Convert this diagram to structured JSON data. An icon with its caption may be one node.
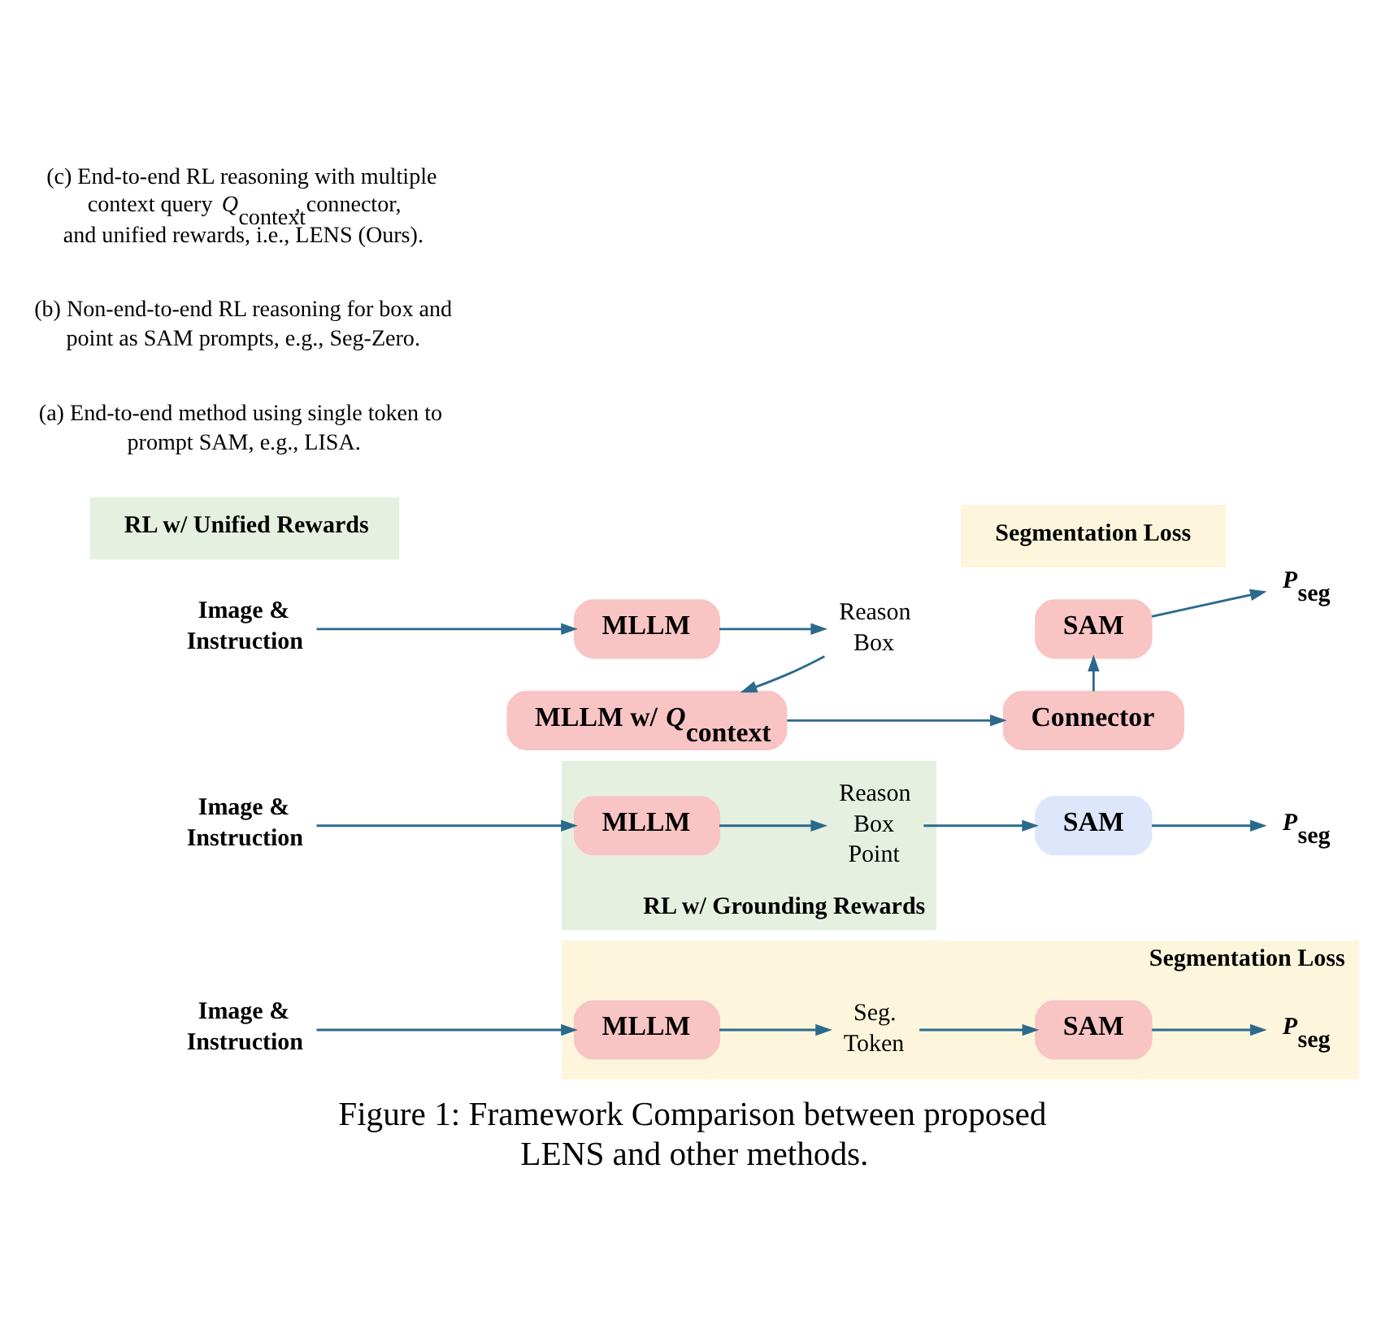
{
  "diagram": {
    "caption": "Figure 1: Framework Comparison between proposed LENS and other methods.",
    "nodes": [
      {
        "text": [
          "Segmentation Loss"
        ]
      },
      {
        "text": [
          "Image & Instruction"
        ]
      },
      {
        "text": [
          "MLLM"
        ],
        "in": 0
      },
      {
        "text": [
          "Seg. Token"
        ],
        "in": 0
      },
      {
        "text": [
          "SAM"
        ],
        "in": 0
      },
      {
        "text": [
          "*P*$_{seg}$"
        ],
        "in": 0
      },
      {
        "text": [
          "RL w/ Grounding Rewards"
        ]
      },
      {
        "text": [
          "Image & Instruction"
        ]
      },
      {
        "text": [
          "MLLM"
        ],
        "in": 6
      },
      {
        "text": [
          "Reason Box Point"
        ],
        "in": 6
      },
      {
        "text": [
          "SAM"
        ]
      },
      {
        "text": [
          "*P*$_{seg}$"
        ]
      },
      {
        "text": [
          "Segmentation Loss"
        ]
      },
      {
        "text": [
          "RL w/ Unified Rewards"
        ]
      },
      {
        "text": [
          "MLLM w/ *Q*$_{context}$"
        ]
      },
      {
        "text": [
          "Connector"
        ]
      },
      {
        "text": [
          "Image & Instruction"
        ]
      },
      {
        "text": [
          "MLLM"
        ]
      },
      {
        "text": [
          "Reason Box"
        ]
      },
      {
        "text": [
          "SAM"
        ]
      },
      {
        "text": [
          "*P*$_{seg}$"
        ]
      }
    ],
    "edges": [
      {
        "from": 1,
        "to": 2,
        "arrow": "to"
      },
      {
        "from": 2,
        "to": 3,
        "arrow": "to"
      },
      {
        "from": 3,
        "to": 4,
        "arrow": "to"
      },
      {
        "from": 4,
        "to": 5,
        "arrow": "to"
      },
      {
        "from": 7,
        "to": 8,
        "arrow": "to"
      },
      {
        "from": 8,
        "to": 9,
        "arrow": "to"
      },
      {
        "from": 9,
        "to": 10,
        "arrow": "to"
      },
      {
        "from": 10,
        "to": 11,
        "arrow": "to"
      },
      {
        "from": 14,
        "to": 15,
        "arrow": "to"
      },
      {
        "from": 15,
        "to": 19,
        "arrow": "to"
      },
      {
        "from": 18,
        "to": 14,
        "arrow": "to"
      },
      {
        "from": 16,
        "to": 17,
        "arrow": "to"
      },
      {
        "from": 17,
        "to": 18,
        "arrow": "to"
      },
      {
        "from": 19,
        "to": 20,
        "arrow": "to"
      }
    ],
    "labels": [
      "(a) End-to-end method using single token to prompt SAM, e.g., LISA.",
      "(b) Non-end-to-end RL reasoning for box and point as SAM prompts, e.g., Seg-Zero.",
      "(c) End-to-end RL reasoning with multiple context query *Q*$_{context}$, connector, and unified rewards, i.e., LENS (Ours)."
    ]
  }
}
